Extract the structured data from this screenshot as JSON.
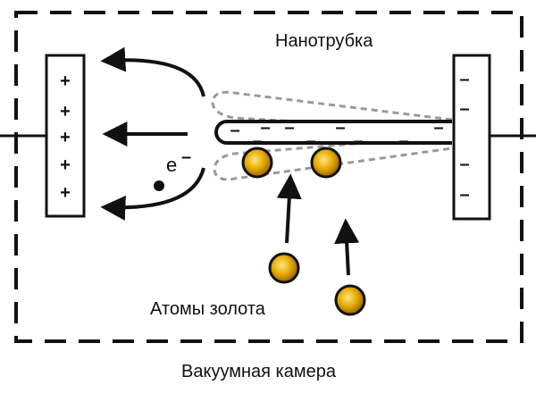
{
  "labels": {
    "nanotube": "Нанотрубка",
    "gold_atoms": "Атомы золота",
    "vacuum_chamber": "Вакуумная камера",
    "electron": "e",
    "electron_charge": "–"
  },
  "electrodes": {
    "positive": {
      "signs": [
        "+",
        "+",
        "+",
        "+",
        "+"
      ]
    },
    "negative": {
      "signs": [
        "–",
        "–",
        "–",
        "–"
      ]
    }
  },
  "nanotube_charges": [
    "–",
    "–",
    "–",
    "–",
    "–",
    "–",
    "–",
    "–",
    "–",
    "–"
  ],
  "colors": {
    "line": "#111111",
    "dashed_deflection": "#9a9a9a",
    "gold_center": "#ffe680",
    "gold_mid": "#e6a800",
    "gold_edge": "#7a4a00",
    "background": "#ffffff"
  }
}
